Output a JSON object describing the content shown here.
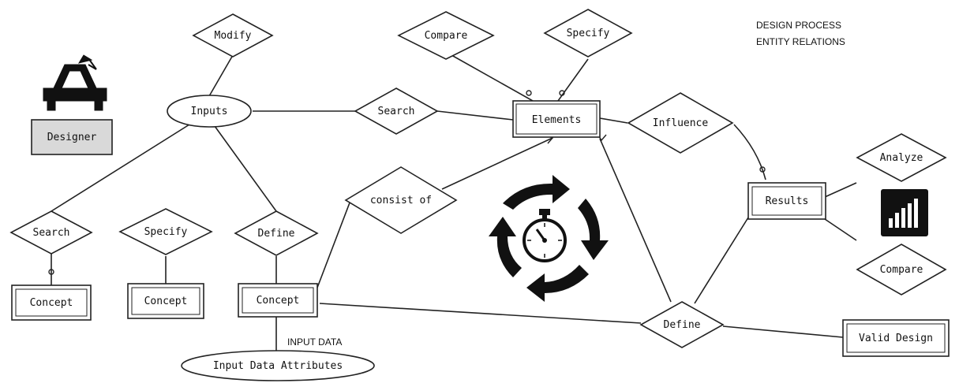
{
  "header": {
    "line1": "DESIGN PROCESS",
    "line2": "ENTITY RELATIONS"
  },
  "actor": {
    "label": "Designer",
    "icon": "desk-lamp-icon",
    "label_bg": "#d9d9d9"
  },
  "entities": {
    "inputs": "Inputs",
    "elements": "Elements",
    "results": "Results",
    "concept_1": "Concept",
    "concept_2": "Concept",
    "concept_3": "Concept",
    "valid_design": "Valid Design",
    "input_data_attributes": "Input Data Attributes"
  },
  "relations": {
    "modify": "Modify",
    "compare_top": "Compare",
    "specify_top": "Specify",
    "search_mid": "Search",
    "influence": "Influence",
    "analyze": "Analyze",
    "search_left": "Search",
    "specify_left": "Specify",
    "define_left": "Define",
    "consist_of": "consist of",
    "compare_right": "Compare",
    "define_bottom": "Define"
  },
  "annotations": {
    "input_data": "INPUT DATA"
  },
  "icons": {
    "cycle": "stopwatch-cycle-icon",
    "chart": "bar-chart-icon"
  }
}
